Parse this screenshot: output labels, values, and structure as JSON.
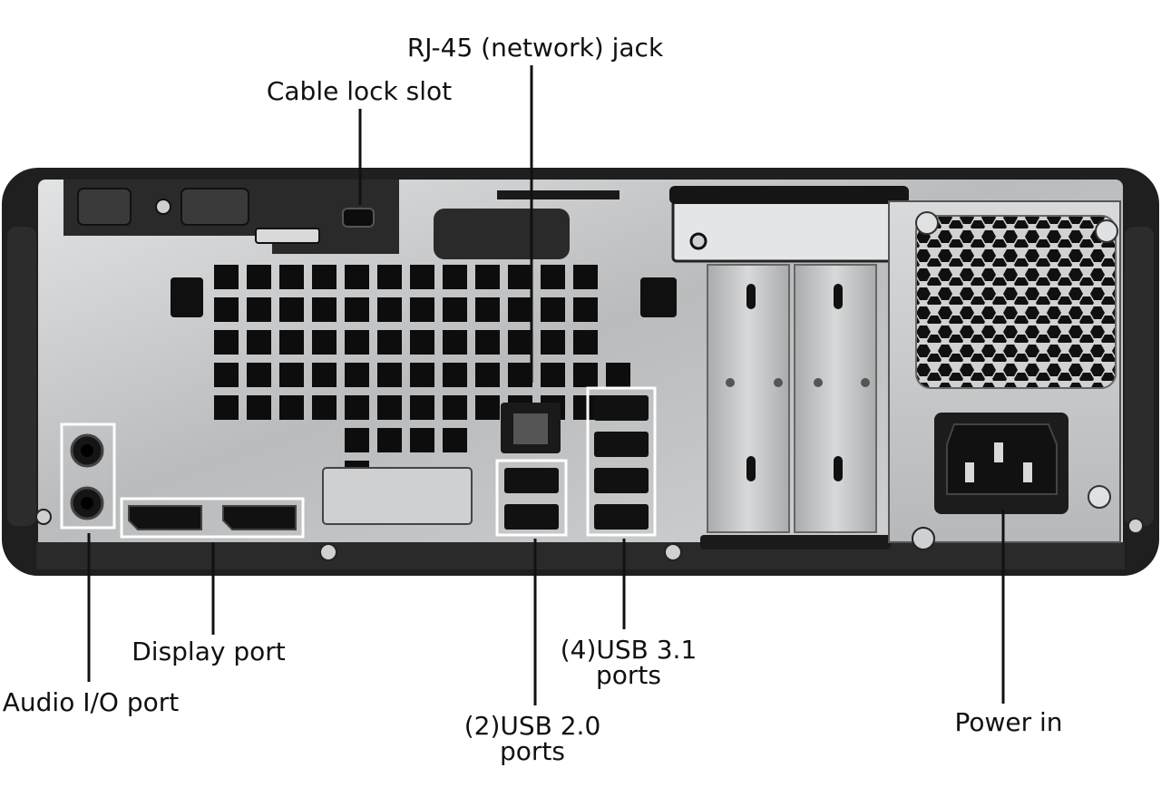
{
  "labels": {
    "rj45": "RJ-45 (network) jack",
    "cable_lock": "Cable lock slot",
    "display_port": "Display port",
    "audio_io": "Audio I/O port",
    "usb31_line1": "(4)USB 3.1",
    "usb31_line2": "ports",
    "usb20_line1": "(2)USB 2.0",
    "usb20_line2": "ports",
    "power_in": "Power in"
  },
  "colors": {
    "chassis": "#1f1f1f",
    "panel": "#bfc1c3",
    "vent_hole": "#0d0d0d",
    "leader_line": "#111111",
    "highlight_box": "#ffffff"
  }
}
